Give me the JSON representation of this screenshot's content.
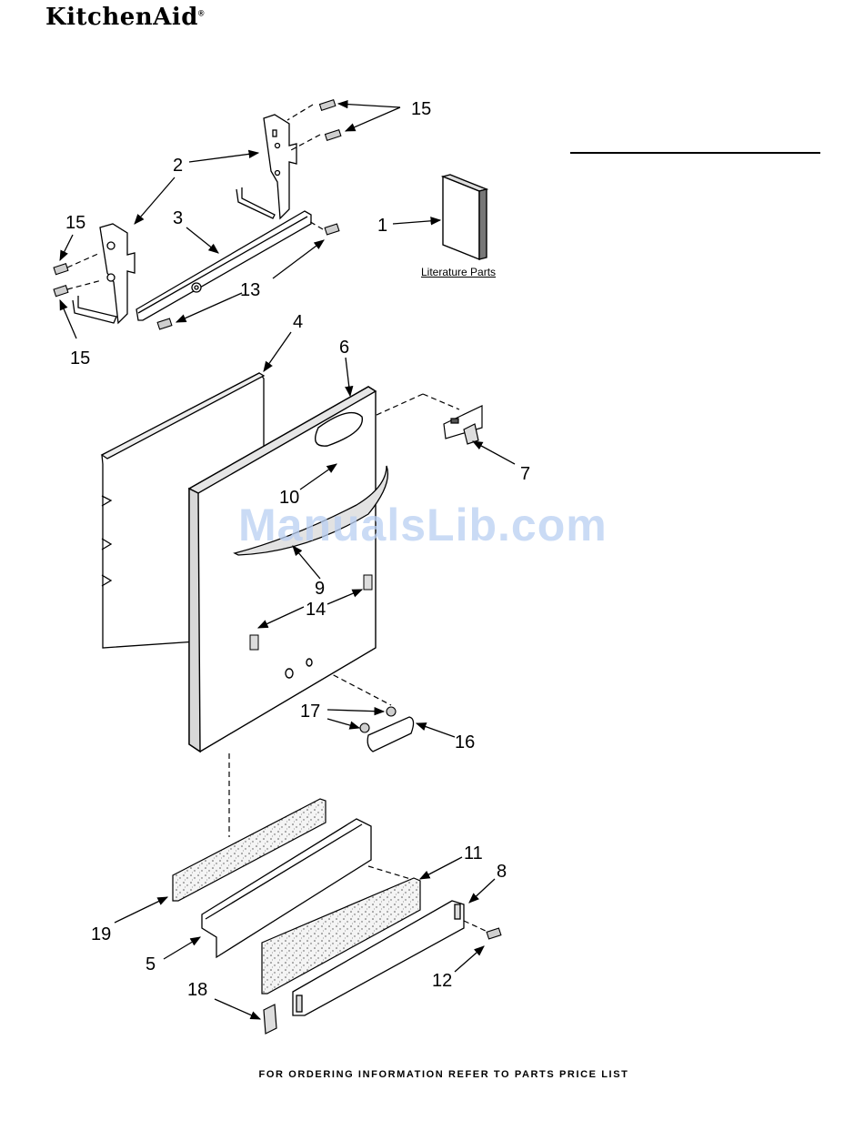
{
  "brand": {
    "name": "KitchenAid",
    "mark": "®"
  },
  "literature_label": "Literature Parts",
  "footer_text": "FOR ORDERING INFORMATION REFER TO PARTS PRICE LIST",
  "watermark": "ManualsLib.com",
  "callouts": {
    "c15a": "15",
    "c15b": "15",
    "c15c": "15",
    "c2": "2",
    "c3": "3",
    "c13": "13",
    "c1": "1",
    "c4": "4",
    "c6": "6",
    "c7": "7",
    "c10": "10",
    "c9": "9",
    "c14": "14",
    "c17": "17",
    "c16": "16",
    "c11": "11",
    "c8": "8",
    "c19": "19",
    "c5": "5",
    "c12": "12",
    "c18": "18"
  }
}
